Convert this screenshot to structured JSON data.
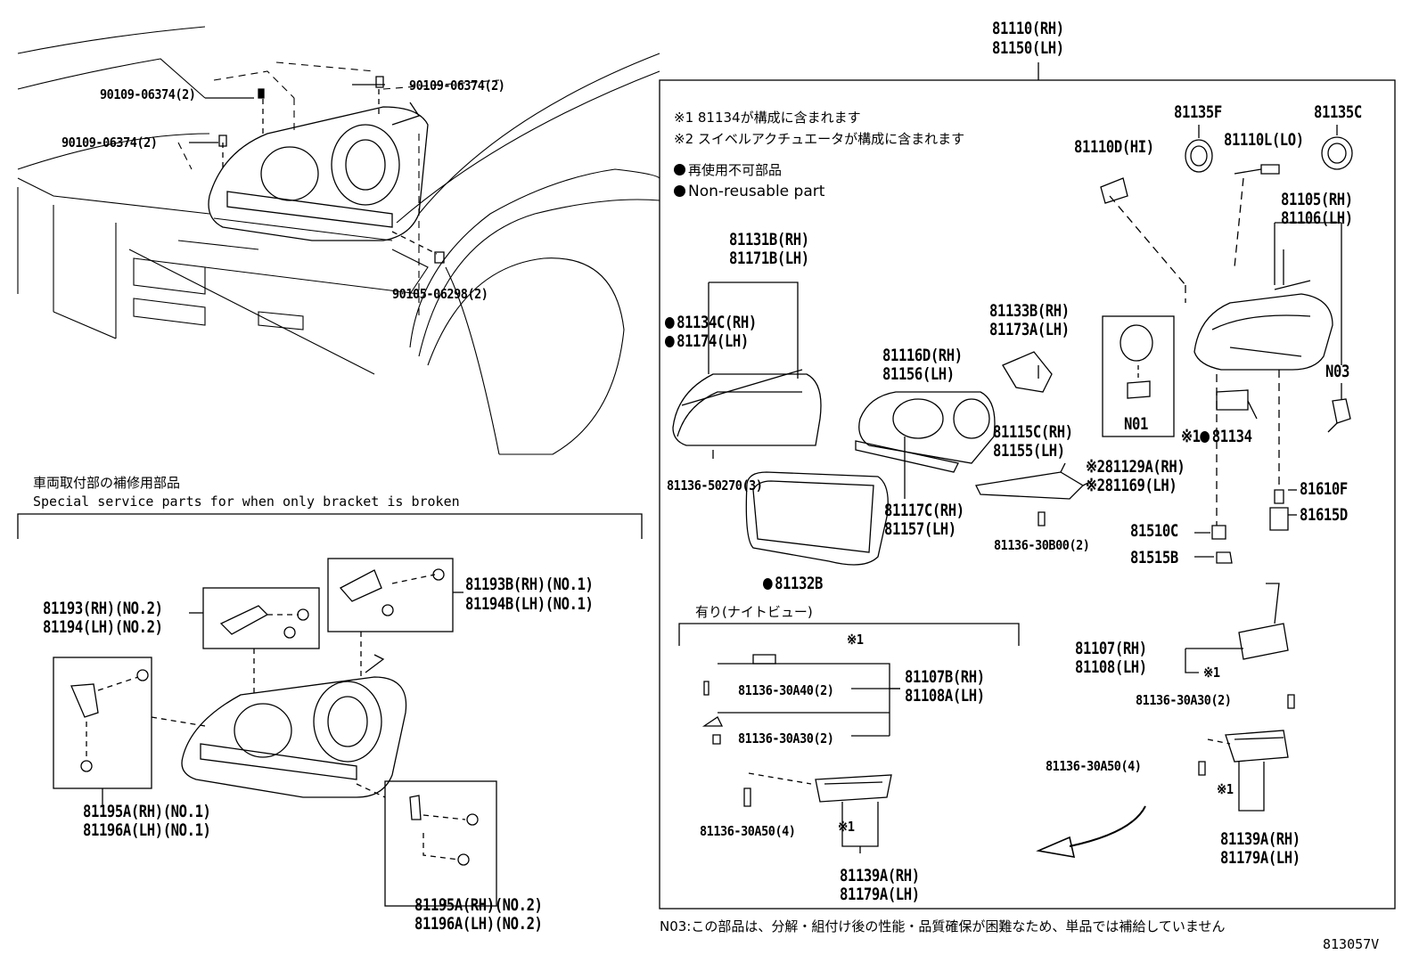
{
  "header": {
    "assembly_rh": "81110(RH)",
    "assembly_lh": "81150(LH)"
  },
  "notes": {
    "note1": "※1  81134が構成に含まれます",
    "note2": "※2  スイベルアクチュエータが構成に含まれます",
    "nonreusable_jp": "再使用不可部品",
    "nonreusable_en": "Non-reusable part",
    "service_jp": "車両取付部の補修用部品",
    "service_en": "Special service parts for when only bracket is broken",
    "nightview": "有り(ナイトビュー)",
    "n03_note": "N03:この部品は、分解・組付け後の性能・品質確保が困難なため、単品では補給していません",
    "figure_no": "813057V"
  },
  "parts": {
    "screw_a_left": "90109-06374(2)",
    "screw_a_right": "90109-06374(2)",
    "screw_a_lower": "90109-06374(2)",
    "bolt_front": "90105-06298(2)",
    "p81135f": "81135F",
    "p81135c": "81135C",
    "p81110d": "81110D(HI)",
    "p81110l": "81110L(LO)",
    "p81105": "81105(RH)",
    "p81106": "81106(LH)",
    "p81131b": "81131B(RH)",
    "p81171b": "81171B(LH)",
    "p81134c": "81134C(RH)",
    "p81174": "81174(LH)",
    "p81133b": "81133B(RH)",
    "p81173a": "81173A(LH)",
    "p81116d": "81116D(RH)",
    "p81156": "81156(LH)",
    "n01": "N01",
    "n03": "N03",
    "p81134": "81134",
    "p81115c": "81115C(RH)",
    "p81155": "81155(LH)",
    "p81129a": "81129A(RH)",
    "p81169": "81169(LH)",
    "p81136_50270": "81136-50270(3)",
    "p81117c": "81117C(RH)",
    "p81157": "81157(LH)",
    "p81136_30b00": "81136-30B00(2)",
    "p81610f": "81610F",
    "p81615d": "81615D",
    "p81510c": "81510C",
    "p81515b": "81515B",
    "p81132b": "81132B",
    "p81193": "81193(RH)(NO.2)",
    "p81194": "81194(LH)(NO.2)",
    "p81193b": "81193B(RH)(NO.1)",
    "p81194b": "81194B(LH)(NO.1)",
    "p81195a1": "81195A(RH)(NO.1)",
    "p81196a1": "81196A(LH)(NO.1)",
    "p81195a2": "81195A(RH)(NO.2)",
    "p81196a2": "81196A(LH)(NO.2)",
    "mark1_a": "※1",
    "p81107b": "81107B(RH)",
    "p81108a": "81108A(LH)",
    "p81136_30a40": "81136-30A40(2)",
    "p81136_30a30_l": "81136-30A30(2)",
    "p81136_30a50_l": "81136-30A50(4)",
    "mark1_b": "※1",
    "p81139a_l": "81139A(RH)",
    "p81179a_l": "81179A(LH)",
    "p81107": "81107(RH)",
    "p81108": "81108(LH)",
    "mark1_c": "※1",
    "p81136_30a30_r": "81136-30A30(2)",
    "p81136_30a50_r": "81136-30A50(4)",
    "mark1_d": "※1",
    "p81139a_r": "81139A(RH)",
    "p81179a_r": "81179A(LH)",
    "mark2_a": "※2",
    "mark2_b": "※2",
    "mark1_e": "※1"
  }
}
